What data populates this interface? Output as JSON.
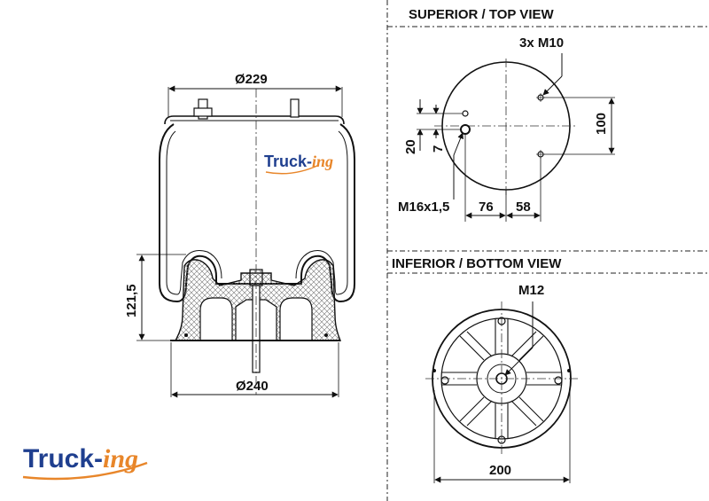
{
  "views": {
    "top_title": "SUPERIOR / TOP VIEW",
    "bottom_title": "INFERIOR / BOTTOM VIEW"
  },
  "side": {
    "top_diameter": "Ø229",
    "bottom_diameter": "Ø240",
    "height": "121,5"
  },
  "top": {
    "bolts": "3x M10",
    "thread": "M16x1,5",
    "dim_76": "76",
    "dim_58": "58",
    "dim_100": "100",
    "dim_20": "20",
    "dim_7": "7"
  },
  "bottom": {
    "thread": "M12",
    "width": "200"
  },
  "brand": {
    "part1": "Truck-",
    "part2": "ing"
  },
  "colors": {
    "brand_blue": "#1f3f8f",
    "brand_orange": "#e8862a",
    "line": "#111111"
  }
}
